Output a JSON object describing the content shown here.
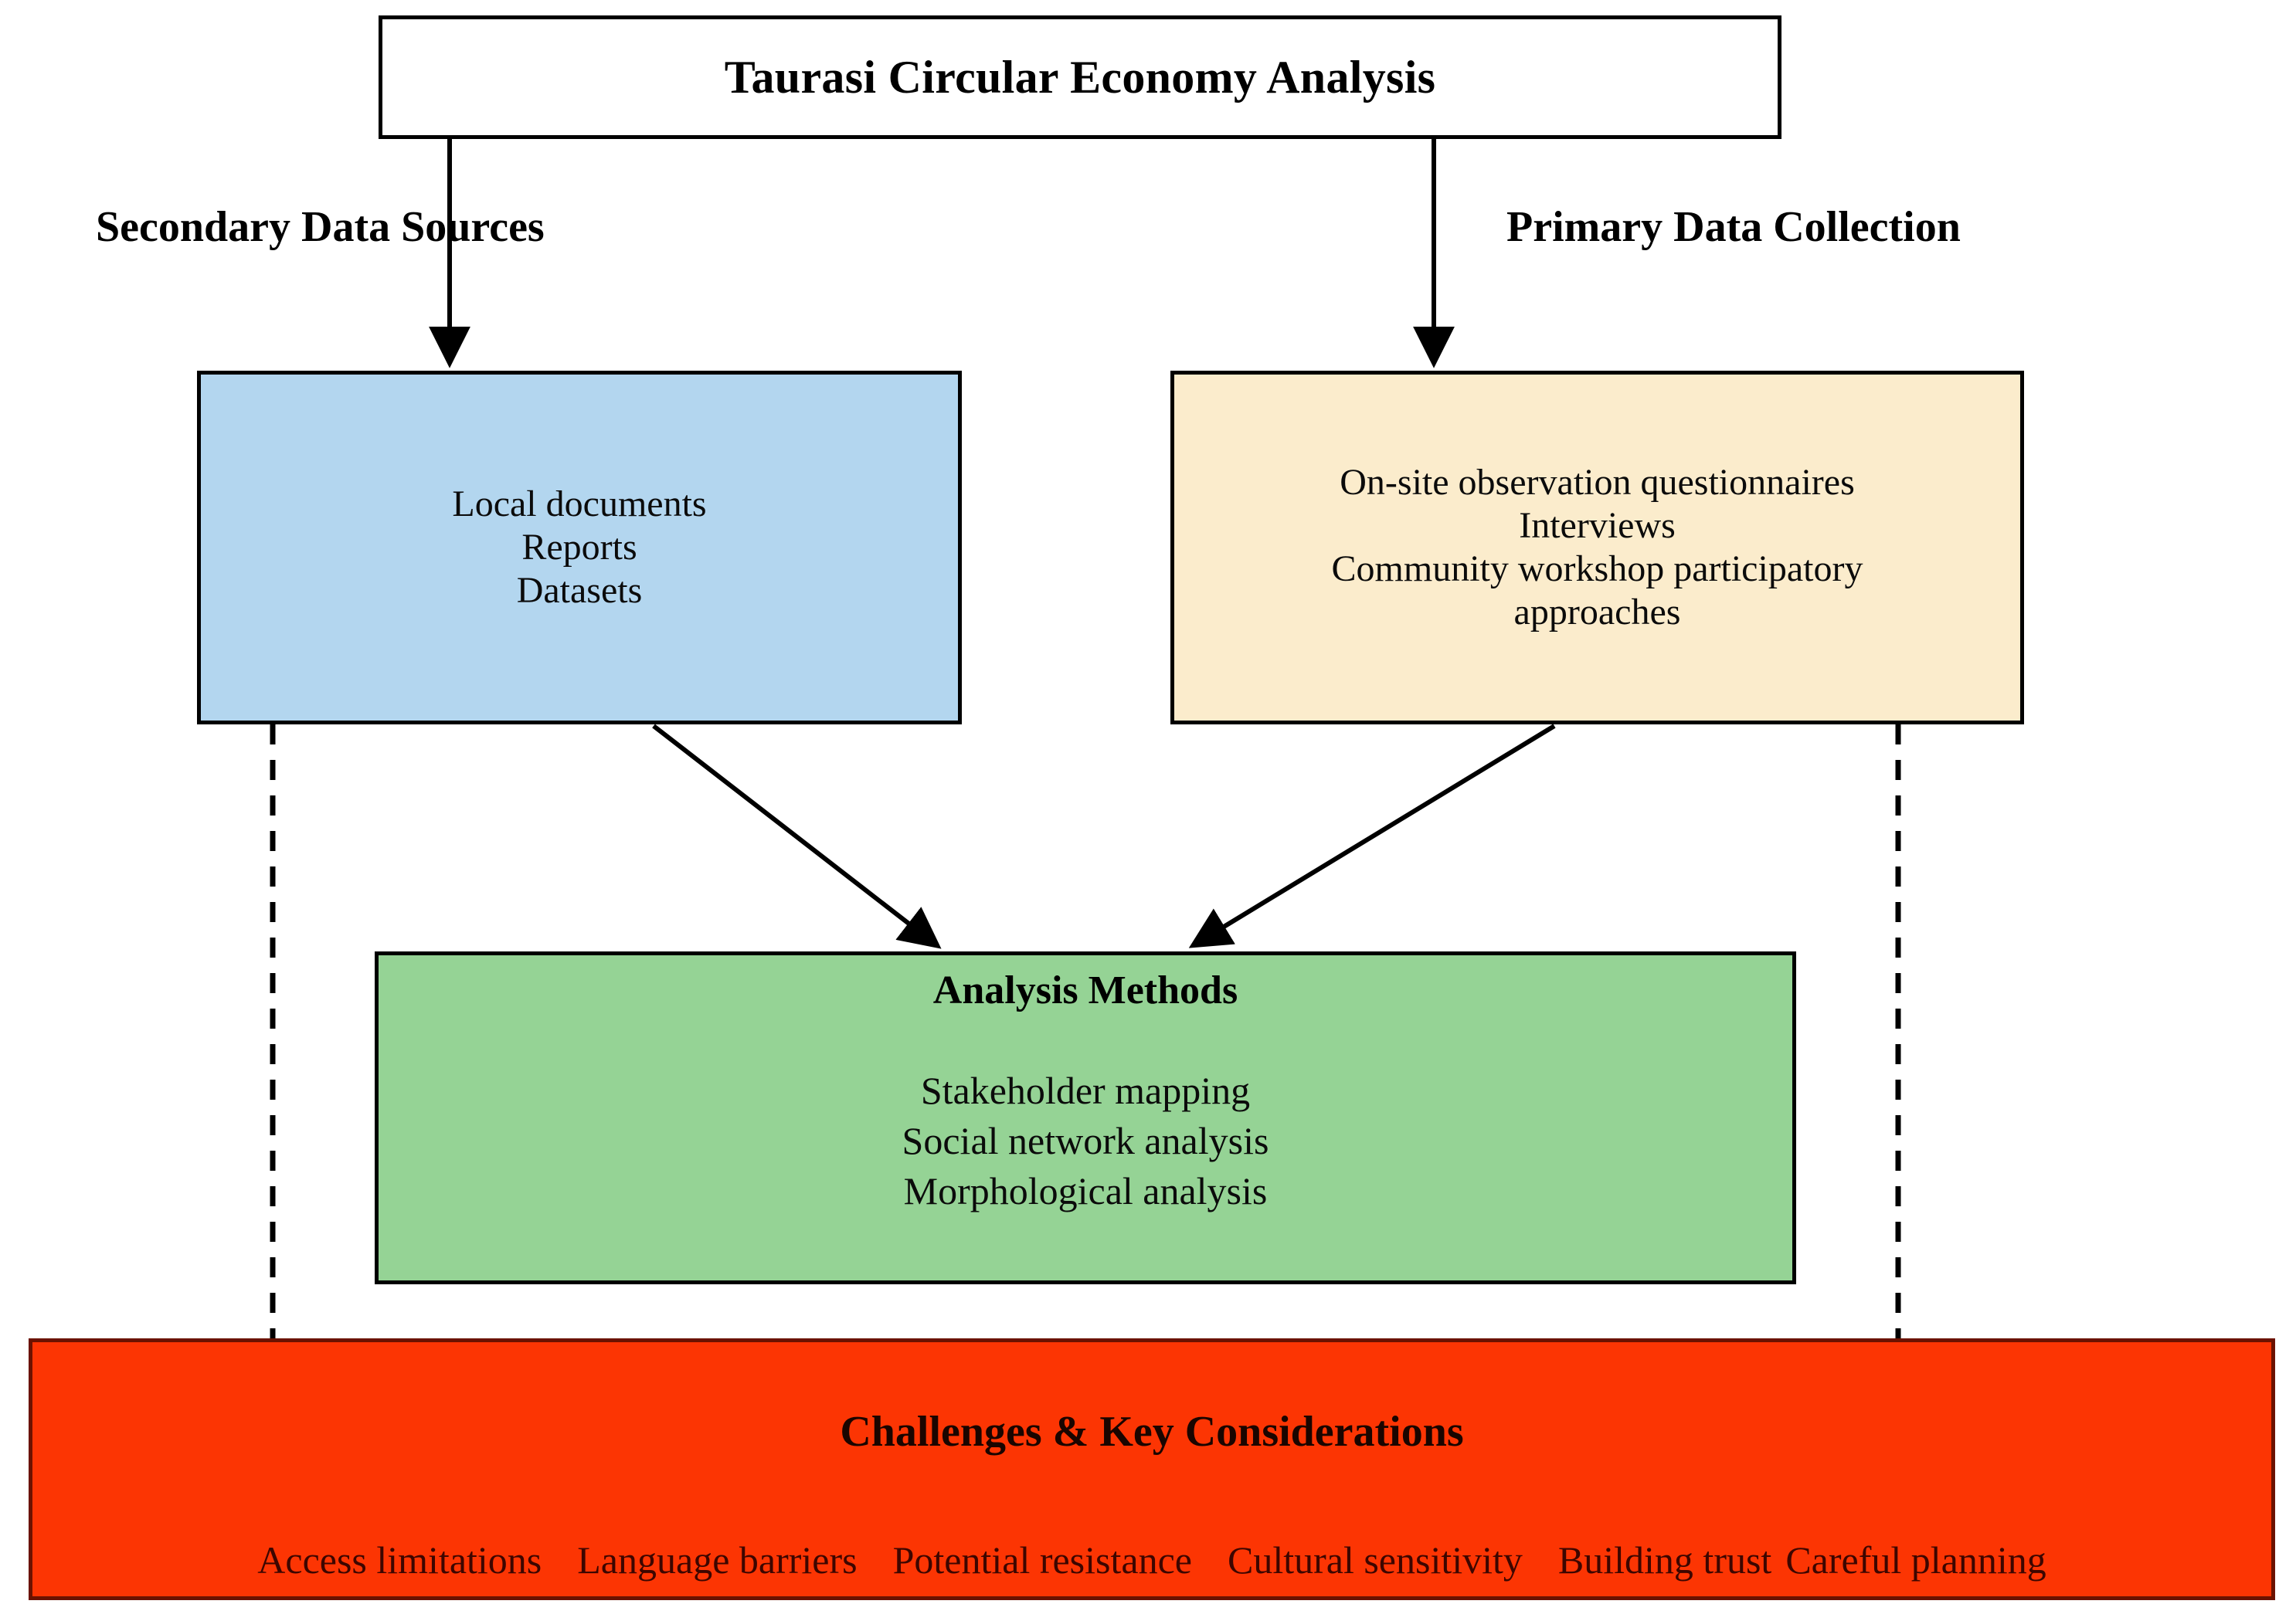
{
  "diagram": {
    "title": "Taurasi Circular Economy Analysis",
    "headings": {
      "secondary": "Secondary Data Sources",
      "primary": "Primary Data Collection"
    },
    "secondary_box": {
      "fill": "#b3d6ef",
      "items": [
        "Local documents",
        "Reports",
        "Datasets"
      ]
    },
    "primary_box": {
      "fill": "#fbeccc",
      "items": [
        "On-site observation questionnaires",
        "Interviews",
        "Community workshop participatory",
        "approaches"
      ]
    },
    "analysis_box": {
      "fill": "#95d395",
      "title": "Analysis Methods",
      "items": [
        "Stakeholder mapping",
        "Social network analysis",
        "Morphological analysis"
      ]
    },
    "challenges_box": {
      "fill": "#fc3503",
      "text_color": "#3d0600",
      "title": "Challenges & Key Considerations",
      "items": [
        "Access limitations",
        "Language barriers",
        "Potential resistance",
        "Cultural sensitivity",
        "Building trust",
        "Careful planning"
      ]
    }
  }
}
